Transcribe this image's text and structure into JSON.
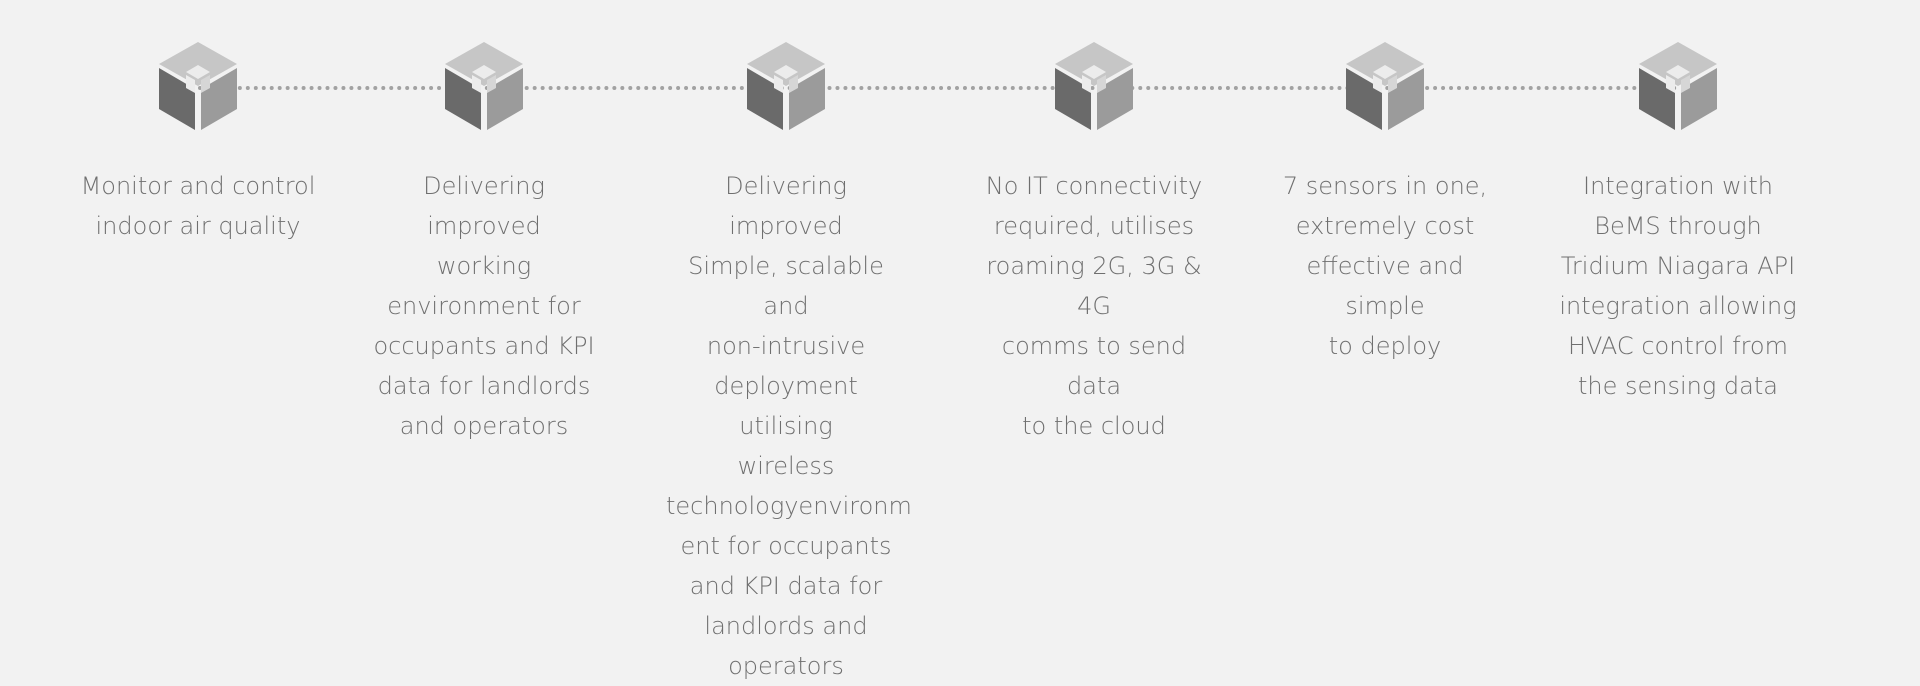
{
  "icon_name": "cube-icon",
  "colors": {
    "background": "#f2f2f2",
    "text": "#6f6f6f",
    "connector": "#a2a2a2",
    "cube_top": "#c6c6c6",
    "cube_left": "#6a6a6a",
    "cube_right": "#9b9b9b"
  },
  "steps": [
    {
      "text": "Monitor and control\nindoor air quality"
    },
    {
      "text": "Delivering improved\nworking\nenvironment for\noccupants and KPI\ndata for landlords\nand operators"
    },
    {
      "text": "Delivering improved\nSimple, scalable and\nnon-intrusive\ndeployment utilising\nwireless\ntechnologyenvironm\nent for occupants\nand KPI data for\nlandlords and\noperators"
    },
    {
      "text": "No IT connectivity\nrequired, utilises\nroaming 2G, 3G & 4G\ncomms to send data\nto the cloud"
    },
    {
      "text": "7 sensors in one,\nextremely cost\neffective and simple\nto deploy"
    },
    {
      "text": "Integration with\nBeMS through\nTridium Niagara API\nintegration allowing\nHVAC control from\nthe sensing data"
    }
  ]
}
